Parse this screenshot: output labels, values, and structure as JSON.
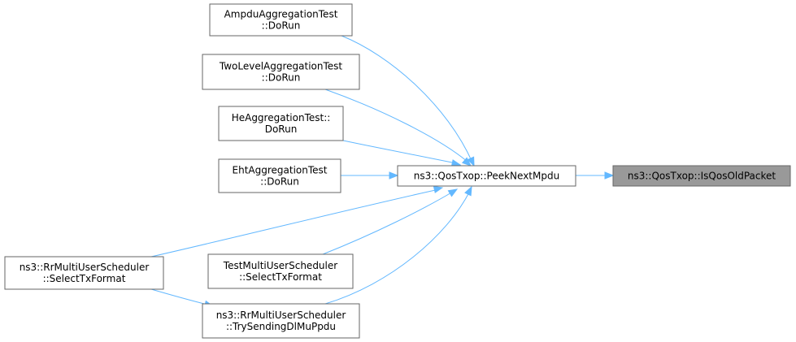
{
  "graph": {
    "nodes": [
      {
        "id": "ampdu",
        "lines": [
          "AmpduAggregationTest",
          "::DoRun"
        ],
        "highlighted": false
      },
      {
        "id": "twolevel",
        "lines": [
          "TwoLevelAggregationTest",
          "::DoRun"
        ],
        "highlighted": false
      },
      {
        "id": "he",
        "lines": [
          "HeAggregationTest::",
          "DoRun"
        ],
        "highlighted": false
      },
      {
        "id": "eht",
        "lines": [
          "EhtAggregationTest",
          "::DoRun"
        ],
        "highlighted": false
      },
      {
        "id": "rr_select",
        "lines": [
          "ns3::RrMultiUserScheduler",
          "::SelectTxFormat"
        ],
        "highlighted": false
      },
      {
        "id": "test_select",
        "lines": [
          "TestMultiUserScheduler",
          "::SelectTxFormat"
        ],
        "highlighted": false
      },
      {
        "id": "rr_try",
        "lines": [
          "ns3::RrMultiUserScheduler",
          "::TrySendingDlMuPpdu"
        ],
        "highlighted": false
      },
      {
        "id": "peek",
        "lines": [
          "ns3::QosTxop::PeekNextMpdu"
        ],
        "highlighted": false
      },
      {
        "id": "isqos",
        "lines": [
          "ns3::QosTxop::IsQosOldPacket"
        ],
        "highlighted": true
      }
    ],
    "edges": [
      {
        "from": "peek",
        "to": "isqos"
      },
      {
        "from": "ampdu",
        "to": "peek"
      },
      {
        "from": "twolevel",
        "to": "peek"
      },
      {
        "from": "he",
        "to": "peek"
      },
      {
        "from": "eht",
        "to": "peek"
      },
      {
        "from": "rr_select",
        "to": "peek"
      },
      {
        "from": "test_select",
        "to": "peek"
      },
      {
        "from": "rr_try",
        "to": "peek"
      },
      {
        "from": "rr_select",
        "to": "rr_try"
      }
    ],
    "colors": {
      "edge": "#63b8ff",
      "node_border": "#666666",
      "node_fill": "#ffffff",
      "highlight_fill": "#999999"
    }
  }
}
